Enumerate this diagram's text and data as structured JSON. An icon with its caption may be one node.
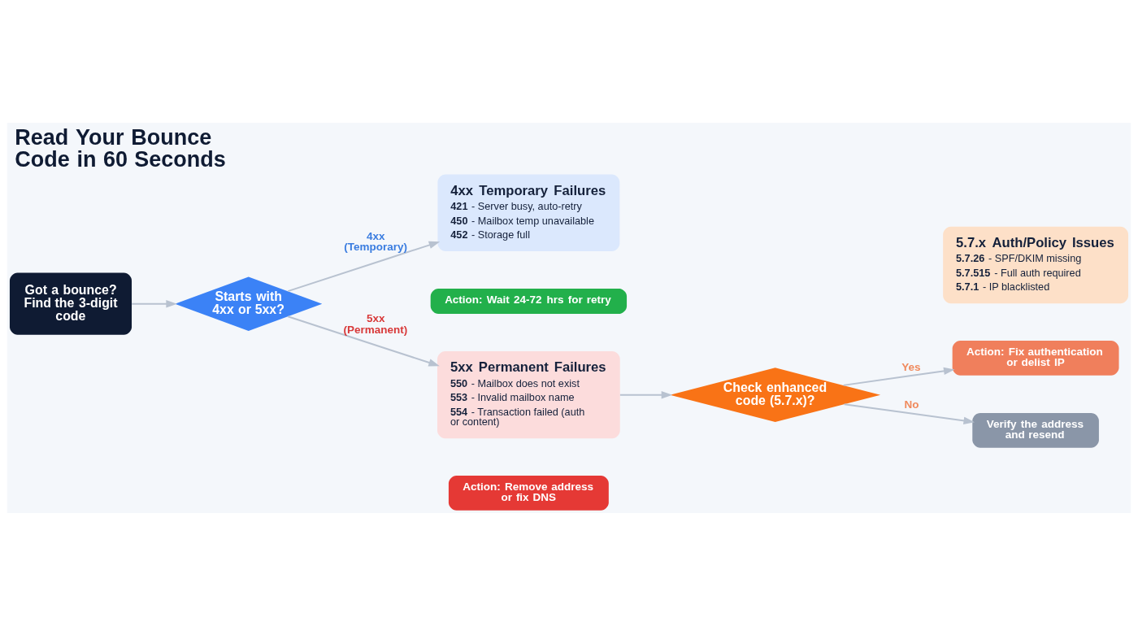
{
  "diagram": {
    "title": "Read Your Bounce Code in 60 Seconds",
    "nodes": [
      {
        "text": [
          "Got a bounce? Find the 3-digit code"
        ]
      },
      {
        "text": [
          "Starts with 4xx or 5xx?"
        ]
      },
      {
        "text": [
          "4xx Temporary Failures",
          "**421** - Server busy, auto-retry",
          "**450** - Mailbox temp unavailable",
          "**452** - Storage full"
        ]
      },
      {
        "text": [
          "Action: Wait 24-72 hrs for retry"
        ]
      },
      {
        "text": [
          "5.7.x Auth/Policy Issues",
          "**5.7.26** - SPF/DKIM missing",
          "**5.7.515** - Full auth required",
          "**5.7.1** - IP blacklisted"
        ]
      },
      {
        "text": [
          "Action: Fix authentication or delist IP"
        ]
      },
      {
        "text": [
          "5xx Permanent Failures",
          "**550** - Mailbox does not exist",
          "**553** - Invalid mailbox name",
          "**554** - Transaction failed (auth or content)"
        ]
      },
      {
        "text": [
          "Action: Remove address or fix DNS"
        ]
      },
      {
        "text": [
          "Check enhanced code (5.7.x)?"
        ]
      },
      {
        "text": [
          "Verify the address and resend"
        ]
      }
    ],
    "edges": [
      {
        "from": 0,
        "to": 1,
        "arrow": "to"
      },
      {
        "from": 1,
        "to": 2,
        "arrow": "to",
        "label": "4xx (Temporary)"
      },
      {
        "from": 1,
        "to": 6,
        "arrow": "to",
        "label": "5xx (Permanent)"
      },
      {
        "from": 6,
        "to": 8,
        "arrow": "to"
      },
      {
        "from": 8,
        "to": 5,
        "arrow": "to",
        "label": "Yes"
      },
      {
        "from": 8,
        "to": 9,
        "arrow": "to",
        "label": "No"
      }
    ]
  }
}
